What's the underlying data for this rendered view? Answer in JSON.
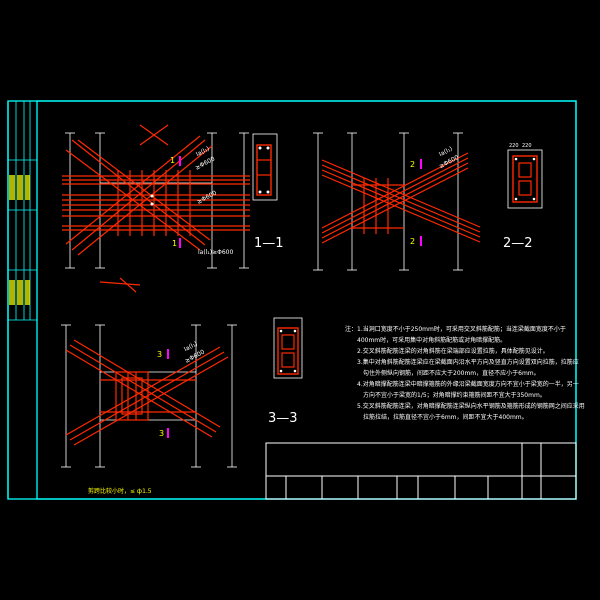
{
  "sections": {
    "s1": "1—1",
    "s2": "2—2",
    "s3": "3—3"
  },
  "cut_marks": {
    "m1a": "1",
    "m1b": "1",
    "m2a": "2",
    "m2b": "2",
    "m3a": "3",
    "m3b": "3"
  },
  "anchor_labels": {
    "la1": "la(l₁)",
    "la2": "la(l₁)",
    "la3": "la(l₁)",
    "d1": "≥Φ600",
    "d2": "≥Φ600",
    "d3": "≥Φ600",
    "d4": "≥Φ600",
    "bottom": "la(l₁)≥Φ600"
  },
  "caption": "剪跨比较小时，≤ ф1.5",
  "notes": [
    "注：1.当洞口宽度不小于250mm时，可采用交叉斜筋配筋；当连梁截面宽度不小于",
    "400mm时，可采用集中对角斜筋配筋或对角暗撑配筋。",
    "2.交叉斜筋配筋连梁的对角斜筋在梁端部应设置拉筋，具体配筋见设计。",
    "3.集中对角斜筋配筋连梁应在梁截面内沿水平方向及竖直方向设置双向拉筋，拉筋应",
    "勾住外侧纵向钢筋，间距不应大于200mm，直径不应小于6mm。",
    "4.对角暗撑配筋连梁中暗撑箍筋的外缘沿梁截面宽度方向不宜小于梁宽的一半，另一",
    "方向不宜小于梁宽的1/5；对角暗撑约束箍筋间距不宜大于350mm。",
    "5.交叉斜筋配筋连梁，对角暗撑配筋连梁纵向水平钢筋及箍筋形成的钢筋网之间应采用",
    "拉筋拉结，拉筋直径不宜小于6mm，间距不宜大于400mm。"
  ],
  "dims": {
    "w1": "220",
    "w2": "220"
  },
  "colors": {
    "background": "#000000",
    "frame": "#00ffff",
    "rebar": "#ff2a00",
    "text": "#ffffff",
    "label": "#ffff00",
    "line": "#ffffff"
  }
}
